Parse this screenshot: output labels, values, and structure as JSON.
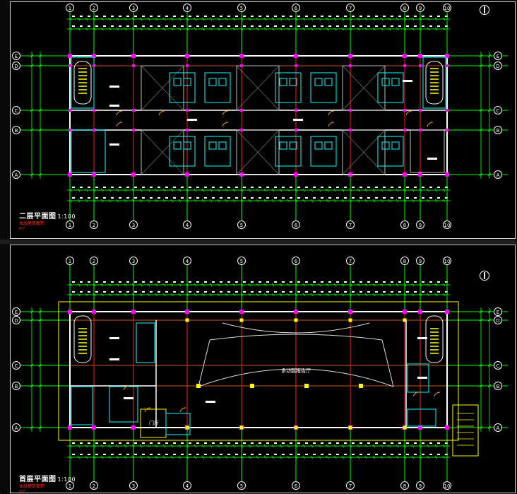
{
  "top_plan": {
    "title": "二层平面图",
    "scale": "1:100",
    "area_note_1": "本层建筑面积",
    "area_note_2": "m²",
    "grid_columns": [
      "1",
      "2",
      "3",
      "4",
      "5",
      "6",
      "7",
      "8",
      "9",
      "10"
    ],
    "grid_rows": [
      "E",
      "D",
      "C",
      "B",
      "A"
    ]
  },
  "bottom_plan": {
    "title": "首层平面图",
    "scale": "1:100",
    "area_note_1": "本层建筑面积",
    "area_note_2": "m²",
    "grid_columns": [
      "1",
      "2",
      "3",
      "4",
      "5",
      "6",
      "7",
      "8",
      "9",
      "10"
    ],
    "grid_rows": [
      "E",
      "D",
      "C",
      "B",
      "A"
    ],
    "hall_label": "多功能报告厅",
    "entrance_label": "门厅"
  },
  "colors": {
    "grid": "#00ff00",
    "wall": "#ffffff",
    "column": "#ff00ff",
    "fixture": "#00ffff",
    "axis": "#ff2020",
    "yellow": "#ffff00",
    "door": "#ffa000",
    "dim": "#00e000"
  }
}
